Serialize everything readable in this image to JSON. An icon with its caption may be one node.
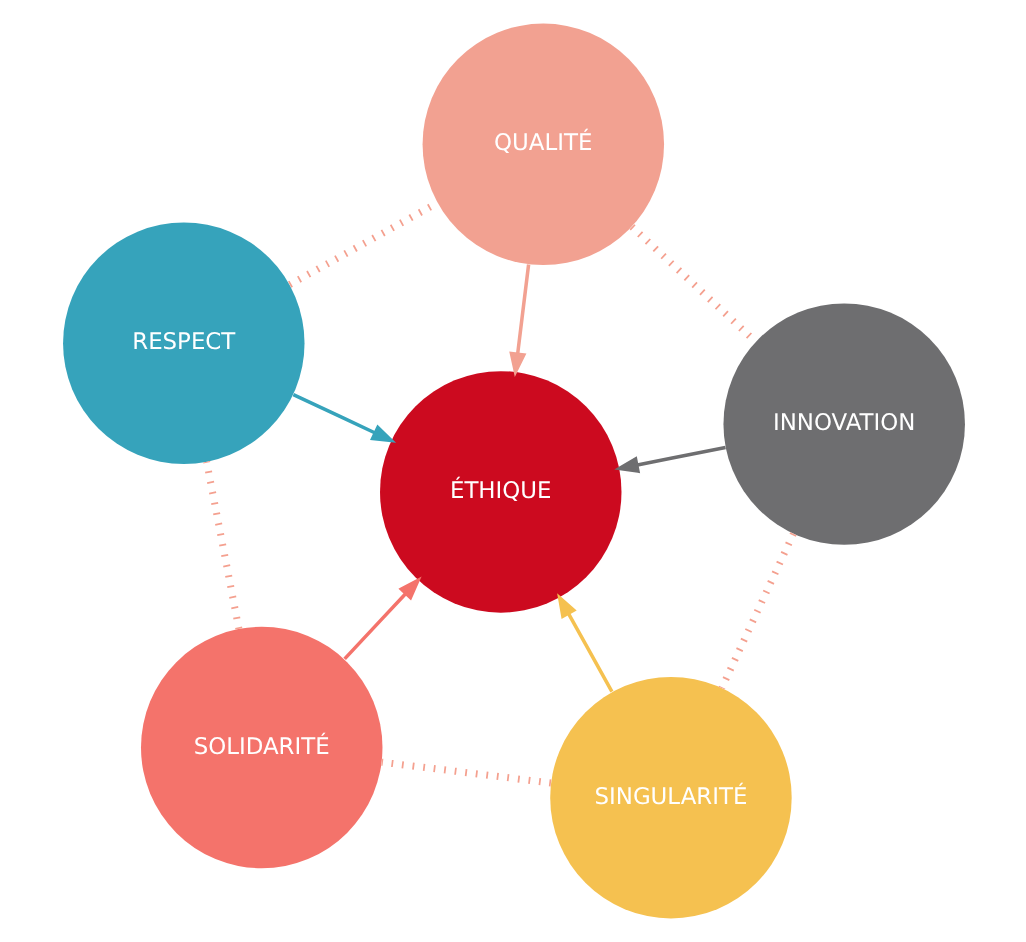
{
  "diagram": {
    "nodes": [
      {
        "text": [
          "SOLIDARITÉ"
        ]
      },
      {
        "text": [
          "SINGULARITÉ"
        ]
      },
      {
        "text": [
          "ÉTHIQUE"
        ]
      },
      {
        "text": [
          "RESPECT"
        ]
      },
      {
        "text": [
          "INNOVATION"
        ]
      },
      {
        "text": [
          "QUALITÉ"
        ]
      }
    ],
    "edges": [
      {
        "from": 0,
        "to": 3,
        "arrow": "none",
        "style": "dashed",
        "color": "#f4a08f"
      },
      {
        "from": 3,
        "to": 5,
        "arrow": "none",
        "style": "dashed",
        "color": "#f4a08f"
      },
      {
        "from": 5,
        "to": 4,
        "arrow": "none",
        "style": "dashed",
        "color": "#f4a08f"
      },
      {
        "from": 4,
        "to": 1,
        "arrow": "none",
        "style": "dashed",
        "color": "#f4a08f"
      },
      {
        "from": 1,
        "to": 0,
        "arrow": "none",
        "style": "dashed",
        "color": "#f4a08f"
      },
      {
        "from": 0,
        "to": 2,
        "arrow": "to",
        "color": "#f4736b"
      },
      {
        "from": 3,
        "to": 2,
        "arrow": "to",
        "color": "#36a3bb"
      },
      {
        "from": 5,
        "to": 2,
        "arrow": "to",
        "color": "#f2a191"
      },
      {
        "from": 4,
        "to": 2,
        "arrow": "to",
        "color": "#6e6e70"
      },
      {
        "from": 1,
        "to": 2,
        "arrow": "to",
        "color": "#f5c150"
      }
    ]
  }
}
